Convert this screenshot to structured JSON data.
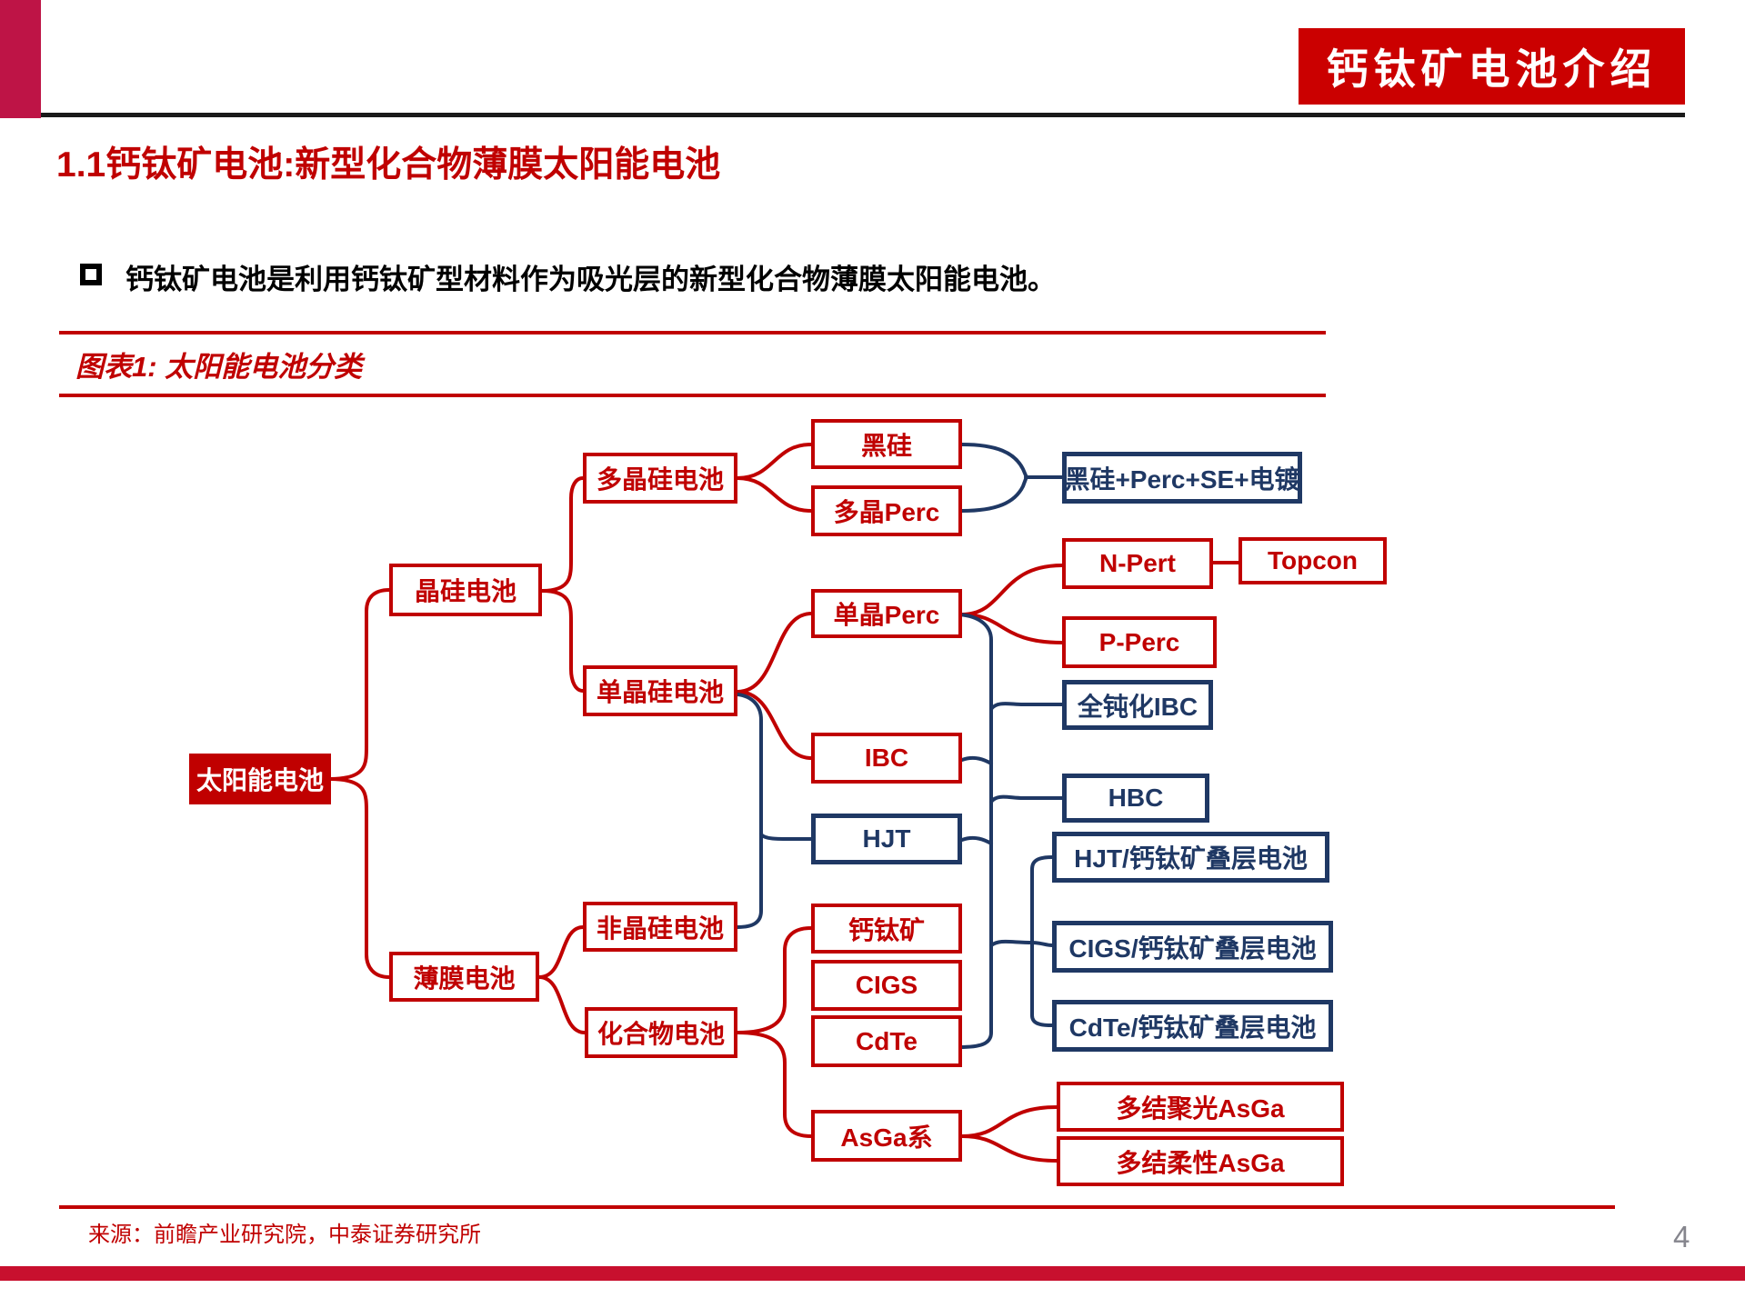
{
  "page": {
    "banner": "钙钛矿电池介绍",
    "section_title": "1.1钙钛矿电池:新型化合物薄膜太阳能电池",
    "bullet_text": "钙钛矿电池是利用钙钛矿型材料作为吸光层的新型化合物薄膜太阳能电池。",
    "figure_label": "图表1: 太阳能电池分类",
    "source": "来源：前瞻产业研究院，中泰证券研究所",
    "page_number": "4"
  },
  "colors": {
    "accent_red": "#C00000",
    "navy": "#1F3864",
    "banner_bg": "#CB0000",
    "corner_block": "#BE1446",
    "bottom_bar": "#C8102E",
    "page_number_gray": "#85858d",
    "header_line_black": "#1a1a1a"
  },
  "tree": {
    "nodes": [
      {
        "id": "root",
        "label": "太阳能电池",
        "variant": "filled"
      },
      {
        "id": "jingui",
        "label": "晶硅电池",
        "variant": "red"
      },
      {
        "id": "bomo",
        "label": "薄膜电池",
        "variant": "red"
      },
      {
        "id": "duojinggui",
        "label": "多晶硅电池",
        "variant": "red"
      },
      {
        "id": "danjinggui",
        "label": "单晶硅电池",
        "variant": "red"
      },
      {
        "id": "feijinggui",
        "label": "非晶硅电池",
        "variant": "red"
      },
      {
        "id": "huahewu",
        "label": "化合物电池",
        "variant": "red"
      },
      {
        "id": "heigui",
        "label": "黑硅",
        "variant": "red"
      },
      {
        "id": "duojingperc",
        "label": "多晶Perc",
        "variant": "red"
      },
      {
        "id": "danjingperc",
        "label": "单晶Perc",
        "variant": "red"
      },
      {
        "id": "ibc",
        "label": "IBC",
        "variant": "red"
      },
      {
        "id": "hjt",
        "label": "HJT",
        "variant": "navy"
      },
      {
        "id": "gaitaikuang",
        "label": "钙钛矿",
        "variant": "red"
      },
      {
        "id": "cigs",
        "label": "CIGS",
        "variant": "red"
      },
      {
        "id": "cdte",
        "label": "CdTe",
        "variant": "red"
      },
      {
        "id": "asga",
        "label": "AsGa系",
        "variant": "red"
      },
      {
        "id": "heigui_perc",
        "label": "黑硅+Perc+SE+电镀",
        "variant": "navy"
      },
      {
        "id": "npert",
        "label": "N-Pert",
        "variant": "red"
      },
      {
        "id": "topcon",
        "label": "Topcon",
        "variant": "red"
      },
      {
        "id": "pperc",
        "label": "P-Perc",
        "variant": "red"
      },
      {
        "id": "quandunhua",
        "label": "全钝化IBC",
        "variant": "navy"
      },
      {
        "id": "hbc",
        "label": "HBC",
        "variant": "navy"
      },
      {
        "id": "hjt_stack",
        "label": "HJT/钙钛矿叠层电池",
        "variant": "navy"
      },
      {
        "id": "cigs_stack",
        "label": "CIGS/钙钛矿叠层电池",
        "variant": "navy"
      },
      {
        "id": "cdte_stack",
        "label": "CdTe/钙钛矿叠层电池",
        "variant": "navy"
      },
      {
        "id": "juguang",
        "label": "多结聚光AsGa",
        "variant": "red"
      },
      {
        "id": "rouxing",
        "label": "多结柔性AsGa",
        "variant": "red"
      }
    ]
  }
}
